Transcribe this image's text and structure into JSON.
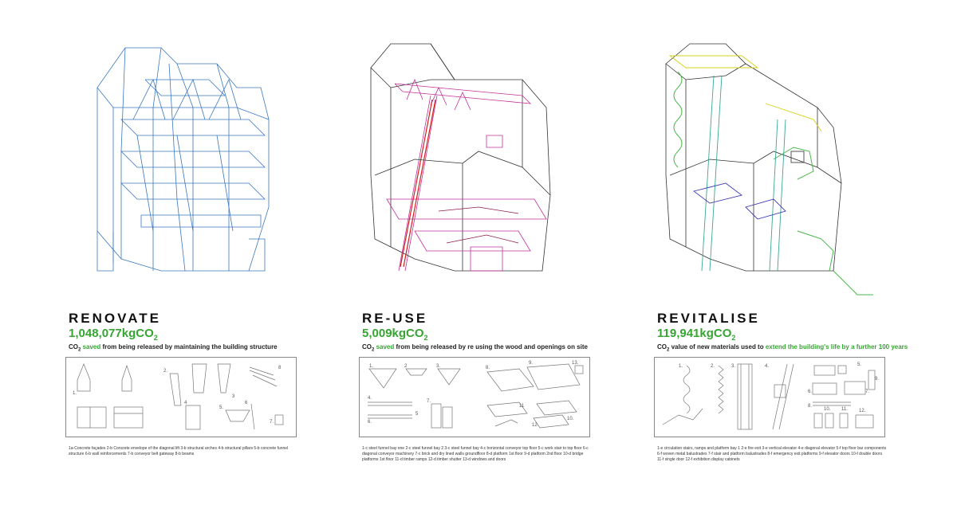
{
  "columns": [
    {
      "title": "RENOVATE",
      "co2_value": "1,048,077kgCO",
      "co2_sub": "2",
      "desc_co": "CO",
      "desc_sub": "2",
      "desc_highlight": "saved",
      "desc_rest": " from being released by maintaining the building structure",
      "legend": "1a-Concrete façades 2-b Concrete envelope of the diagonal lift 3-b structural arches 4-b structural pillars 5-b concrete funnel structure 6-b wall reinforcements 7-b conveyor belt gateway 8-b beams",
      "panel_labels": [
        "1.",
        "2.",
        "3",
        "4",
        "5.",
        "6",
        "7.",
        "8"
      ],
      "line_color": "#3a78c0"
    },
    {
      "title": "RE-USE",
      "co2_value": "5,009kgCO",
      "co2_sub": "2",
      "desc_co": "CO",
      "desc_sub": "2",
      "desc_highlight": "saved",
      "desc_rest": " from being released by re using the wood and openings on site",
      "legend": "1-c steel funnel bay one 2-c steel funnel bay 2 3-c steel funnel bay 4-c horizontal conveyor top floor 5-c work stair to top floor 6-c diagonal conveyor machinery 7-c brick and dry lined walls groundfloor 8-d platform 1st floor 9-d platform 2nd floor 10-d bridge platforms 1st floor 11-d timber ramps 12-d timber shutter 13-d windows and doors",
      "panel_labels": [
        "1.",
        "2",
        "3.",
        "4.",
        "5",
        "6.",
        "7.",
        "8.",
        "9.",
        "10.",
        "11",
        "12",
        "13."
      ],
      "line_color": "#c4309a"
    },
    {
      "title": "REVITALISE",
      "co2_value": "119,941kgCO",
      "co2_sub": "2",
      "desc_co": "CO",
      "desc_sub": "2",
      "desc_plain": " value of new materials used to ",
      "desc_highlight": "extend the building's life by a further 100 years",
      "legend": "1-e circulation stairs, ramps and platform bay 1 2-e fire exit 3-e vertical elevator 4-e diagonal elevator 5-f top floor bar components 6-f woven metal balustrades 7-f stair and platform balustrades 8-f emergency exit platforms 9-f elevator doors 10-f double doors 11-f single door 12-f exhibition display cabinets",
      "panel_labels": [
        "1.",
        "2.",
        "3.",
        "4.",
        "5.",
        "6.",
        "7.",
        "8.",
        "9.",
        "10.",
        "11.",
        "12."
      ],
      "line_color": "#4bb84b"
    }
  ]
}
